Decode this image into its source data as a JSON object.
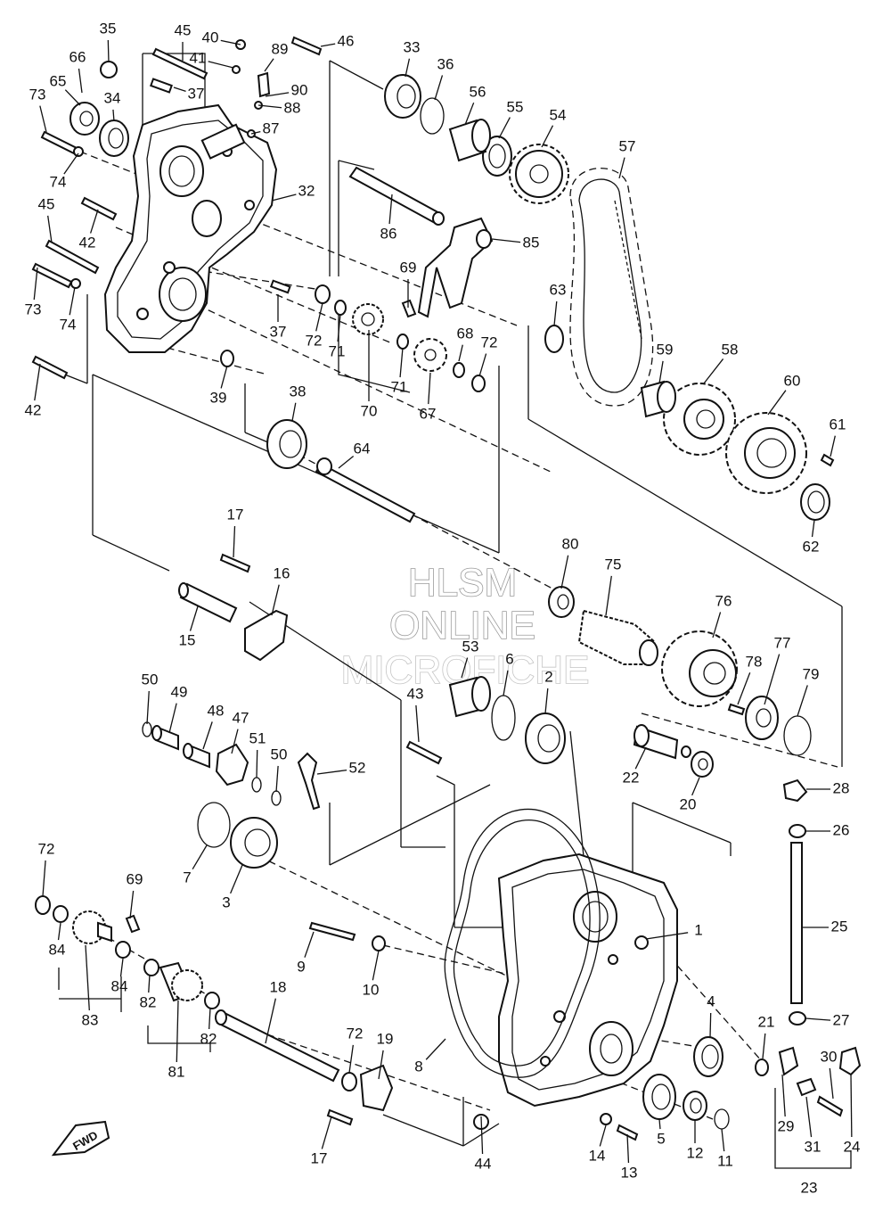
{
  "watermark": {
    "line1": "HLSM",
    "line2": "ONLINE",
    "line3": "MICROFICHE"
  },
  "fwd_label": "FWD",
  "callouts": [
    "1",
    "2",
    "3",
    "4",
    "5",
    "6",
    "7",
    "8",
    "9",
    "10",
    "11",
    "12",
    "13",
    "14",
    "15",
    "16",
    "17",
    "17",
    "18",
    "19",
    "20",
    "21",
    "22",
    "23",
    "24",
    "25",
    "26",
    "27",
    "28",
    "29",
    "30",
    "31",
    "32",
    "33",
    "34",
    "35",
    "36",
    "37",
    "37",
    "38",
    "39",
    "40",
    "41",
    "42",
    "42",
    "43",
    "44",
    "45",
    "45",
    "46",
    "47",
    "48",
    "49",
    "50",
    "50",
    "51",
    "52",
    "53",
    "54",
    "55",
    "56",
    "57",
    "58",
    "59",
    "60",
    "61",
    "62",
    "63",
    "64",
    "65",
    "66",
    "67",
    "68",
    "69",
    "69",
    "70",
    "71",
    "71",
    "72",
    "72",
    "72",
    "72",
    "73",
    "73",
    "74",
    "74",
    "75",
    "76",
    "77",
    "78",
    "79",
    "80",
    "81",
    "82",
    "82",
    "83",
    "84",
    "84",
    "85",
    "86",
    "87",
    "88",
    "89",
    "90"
  ]
}
